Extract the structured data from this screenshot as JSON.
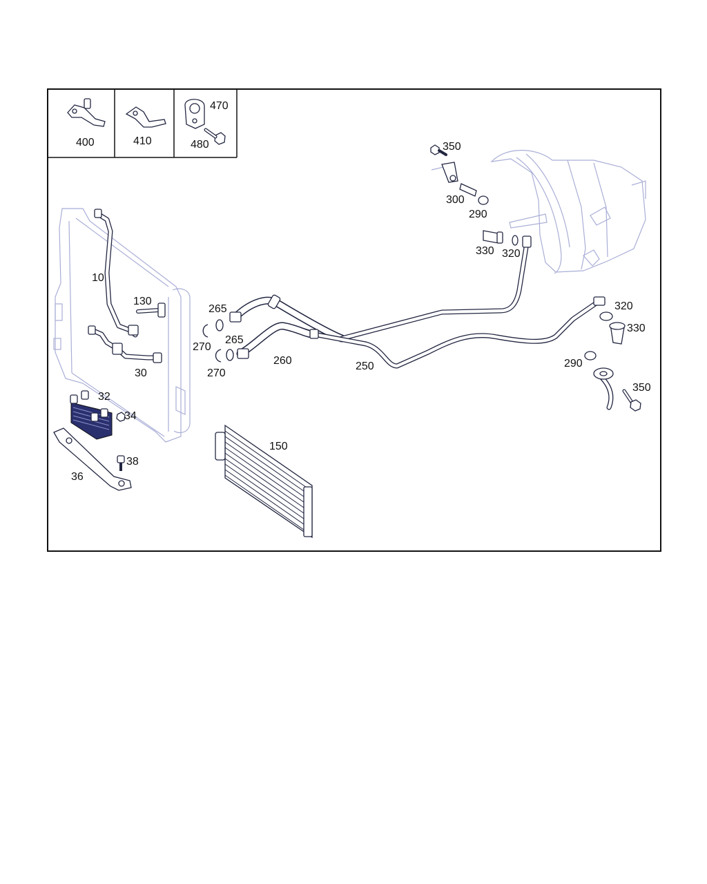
{
  "labels": {
    "p10": "10",
    "p30": "30",
    "p32": "32",
    "p34": "34",
    "p36": "36",
    "p38": "38",
    "p130": "130",
    "p150": "150",
    "p250": "250",
    "p260": "260",
    "p265a": "265",
    "p265b": "265",
    "p270a": "270",
    "p270b": "270",
    "p290a": "290",
    "p290b": "290",
    "p300": "300",
    "p320a": "320",
    "p320b": "320",
    "p330a": "330",
    "p330b": "330",
    "p350a": "350",
    "p350b": "350",
    "p400": "400",
    "p410": "410",
    "p470": "470",
    "p480": "480"
  },
  "colors": {
    "line": "#222640",
    "ghost": "#a9aed6",
    "cooler_fill": "#2a2f6e"
  }
}
